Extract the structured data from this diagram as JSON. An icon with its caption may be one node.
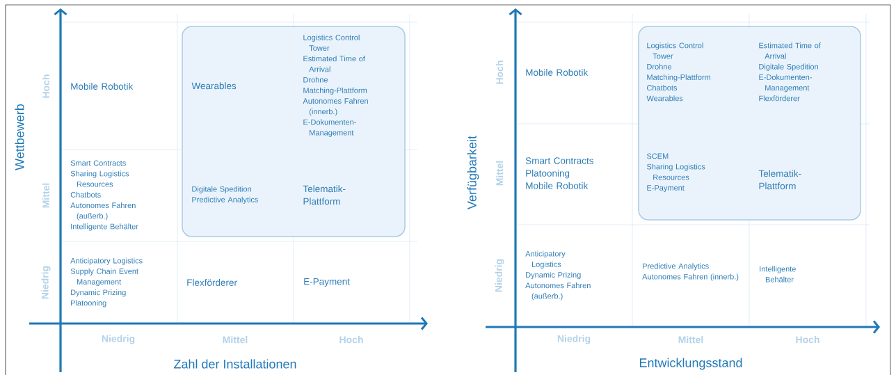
{
  "diagram": {
    "nodes": [
      {
        "text": [],
        "shape": "box"
      },
      {
        "text": [
          "Mobile Robotik"
        ]
      },
      {
        "text": [
          "Wearables"
        ],
        "in": 0
      },
      {
        "text": [
          "Logistics Control Tower",
          "Estimated Time of Arrival",
          "Drohne",
          "Matching-Plattform",
          "Autonomes Fahren (innerb.)",
          "E-Dokumenten-Management"
        ],
        "in": 0
      },
      {
        "text": [
          "Smart Contracts",
          "Sharing Logistics Resources",
          "Chatbots",
          "Autonomes Fahren (außerb.)",
          "Intelligente Behälter"
        ]
      },
      {
        "text": [
          "Digitale Spedition",
          "Predictive Analytics"
        ],
        "in": 0
      },
      {
        "text": [
          "Telematik-Plattform"
        ],
        "in": 0
      },
      {
        "text": [
          "Anticipatory Logistics",
          "Supply Chain Event Management",
          "Dynamic Prizing",
          "Platooning"
        ]
      },
      {
        "text": [
          "Flexförderer"
        ]
      },
      {
        "text": [
          "E-Payment"
        ]
      },
      {
        "text": [],
        "shape": "box"
      },
      {
        "text": [
          "Mobile Robotik"
        ]
      },
      {
        "text": [
          "Logistics Control Tower",
          "Drohne",
          "Matching-Plattform",
          "Chatbots",
          "Wearables"
        ],
        "in": 10
      },
      {
        "text": [
          "Estimated Time of Arrival",
          "Digitale Spedition",
          "E-Dokumenten-Management",
          "Flexförderer"
        ],
        "in": 10
      },
      {
        "text": [
          "Smart Contracts",
          "Platooning",
          "Mobile Robotik"
        ]
      },
      {
        "text": [
          "SCEM",
          "Sharing Logistics Resources",
          "E-Payment"
        ],
        "in": 10
      },
      {
        "text": [
          "Telematik-Plattform"
        ],
        "in": 10
      },
      {
        "text": [
          "Anticipatory Logistics",
          "Dynamic Prizing",
          "Autonomes Fahren (außerb.)"
        ]
      },
      {
        "text": [
          "Predictive Analytics",
          "Autonomes Fahren (innerb.)"
        ]
      },
      {
        "text": [
          "Intelligente Behälter"
        ]
      }
    ],
    "labels": [
      "Hoch",
      "Mittel",
      "Niedrig",
      "Wettbewerb",
      "Niedrig",
      "Mittel",
      "Hoch",
      "Zahl der Installationen",
      "Hoch",
      "Mittel",
      "Niedrig",
      "Verfügbarkeit",
      "Niedrig",
      "Mittel",
      "Hoch",
      "Entwicklungsstand"
    ]
  }
}
